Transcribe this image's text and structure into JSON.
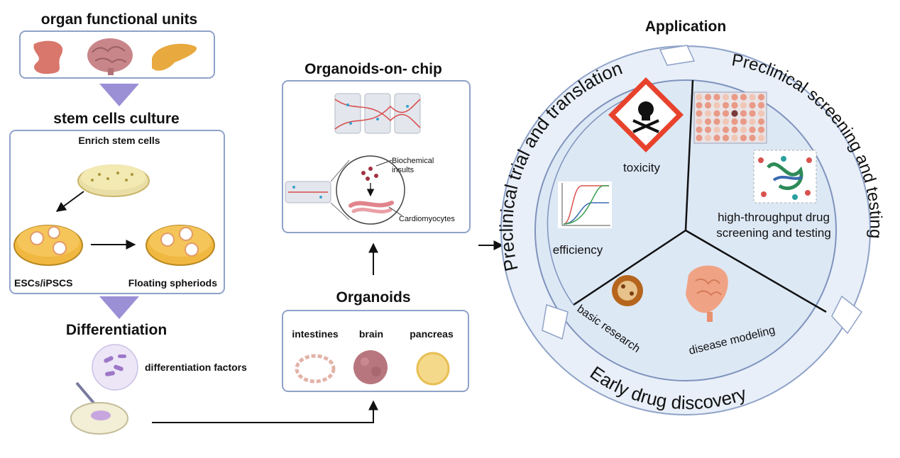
{
  "left": {
    "organ_units_title": "organ functional units",
    "stem_culture_title": "stem cells culture",
    "enrich_label": "Enrich stem cells",
    "escs_label": "ESCs/iPSCS",
    "floating_label": "Floating spheriods",
    "differentiation_title": "Differentiation",
    "factors_label": "differentiation factors"
  },
  "middle": {
    "chip_title": "Organoids-on- chip",
    "biochemical_label": "Biochemical insults",
    "cardiomyocytes_label": "Cardiomyocytes",
    "organoids_title": "Organoids",
    "intestines_label": "intestines",
    "brain_label": "brain",
    "pancreas_label": "pancreas"
  },
  "right": {
    "application_title": "Application",
    "ring_preclinical_trial": "Preclinical trial and translation",
    "ring_preclinical_screening": "Preclinical screening and testing",
    "ring_early_discovery": "Early drug discovery",
    "toxicity_label": "toxicity",
    "htp_line1": "high-throughput drug",
    "htp_line2": "screening and testing",
    "efficiency_label": "efficiency",
    "basic_research_label": "basic research",
    "disease_modeling_label": "disease modeling"
  },
  "colors": {
    "box_border": "#8fa2c8",
    "ring_fill": "#dde8f5",
    "chevron": "#9b8fd6",
    "toxicity_red": "#e8422c"
  }
}
